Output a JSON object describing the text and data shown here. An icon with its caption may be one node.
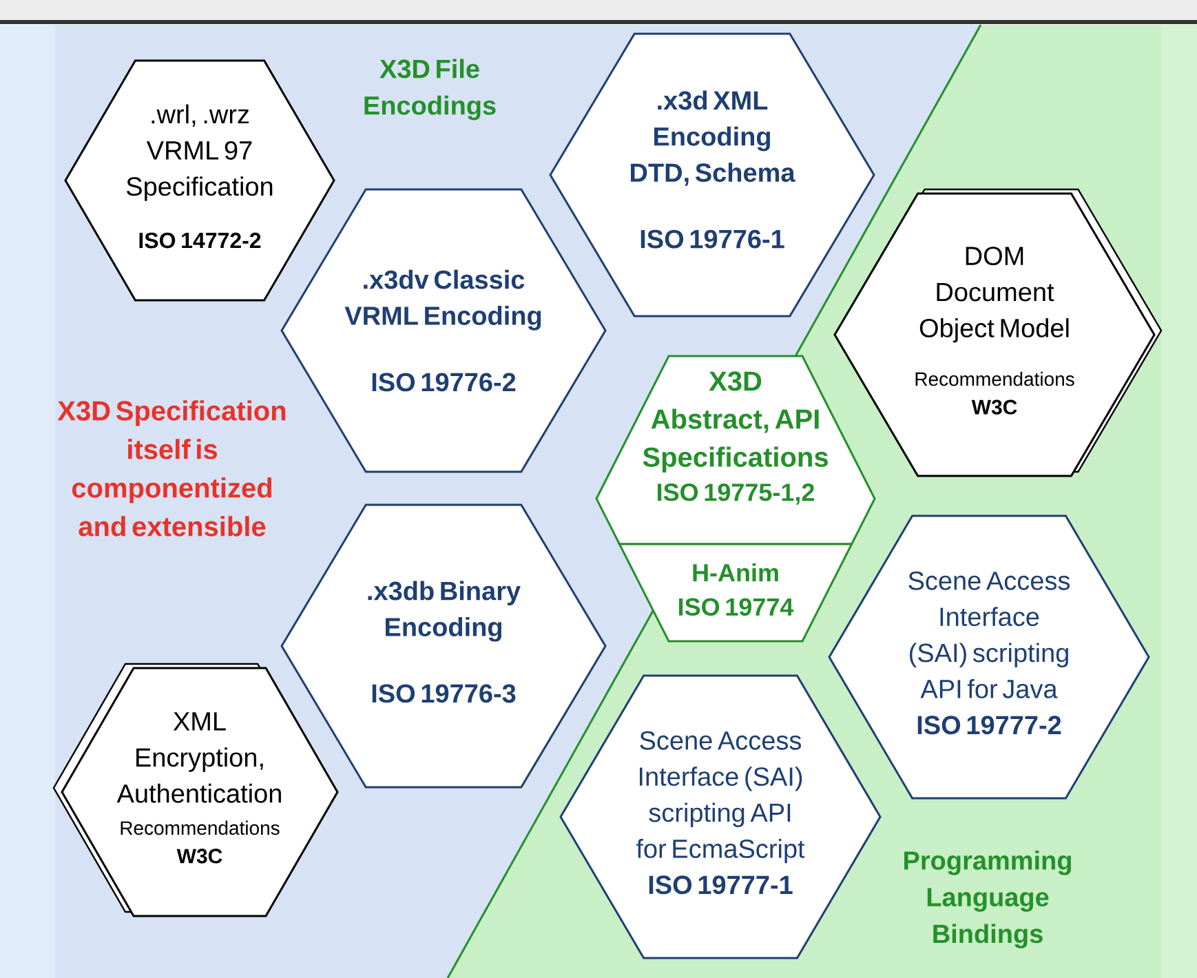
{
  "diagram": {
    "nodes": [
      {
        "text": [
          ".wrl, .wrz VRML 97 Specification",
          "ISO 14772-2"
        ]
      },
      {
        "text": [
          ".x3dv Classic VRML Encoding",
          "ISO 19776-2"
        ]
      },
      {
        "text": [
          ".x3d XML Encoding DTD, Schema",
          "ISO 19776-1"
        ]
      },
      {
        "text": [
          "X3D Abstract, API Specifications",
          "ISO 19775-1,2"
        ]
      },
      {
        "text": [
          "H-Anim ISO 19774"
        ]
      },
      {
        "text": [
          "DOM Document Object Model",
          "Recommendations",
          "W3C"
        ]
      },
      {
        "text": [
          ".x3db Binary Encoding",
          "ISO 19776-3"
        ]
      },
      {
        "text": [
          "XML Encryption, Authentication",
          "Recommendations",
          "W3C"
        ]
      },
      {
        "text": [
          "Scene Access Interface (SAI) scripting API for Java",
          "ISO 19777-2"
        ]
      },
      {
        "text": [
          "Scene Access Interface (SAI) scripting API for EcmaScript",
          "ISO 19777-1"
        ]
      }
    ],
    "labels": [
      "X3D File Encodings",
      "X3D Specification itself is componentized and extensible",
      "Programming Language Bindings"
    ]
  }
}
